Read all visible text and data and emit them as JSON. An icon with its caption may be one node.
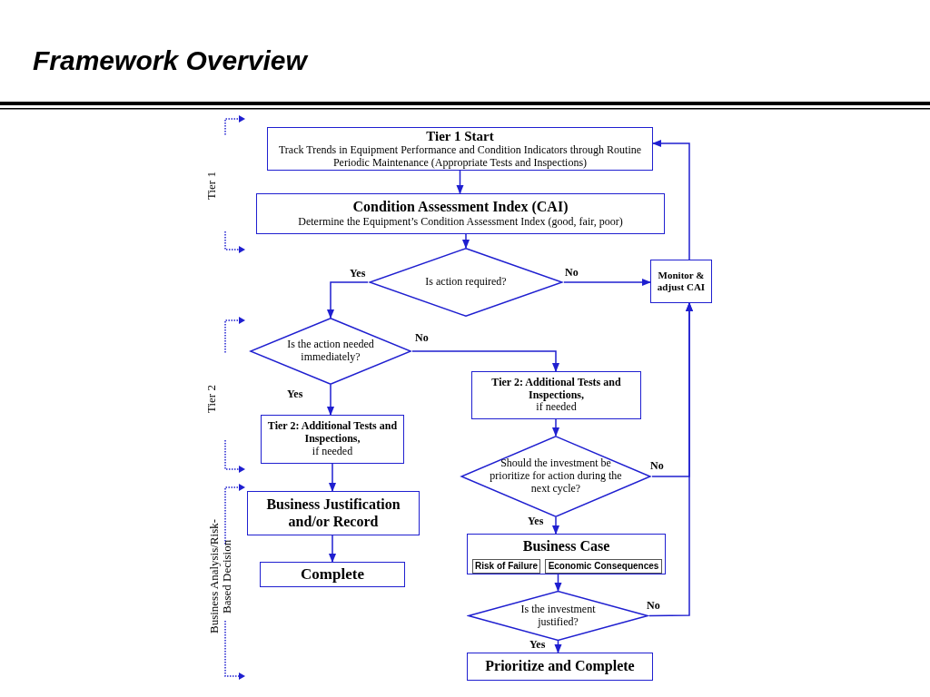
{
  "diagram": {
    "title": "Framework Overview",
    "nodes": [
      {
        "text": [
          "Tier 1 Start",
          "Track Trends in Equipment Performance and Condition Indicators through Routine Periodic Maintenance (Appropriate Tests and Inspections)"
        ]
      },
      {
        "text": [
          "Condition Assessment Index (CAI)",
          "Determine the Equipment’s Condition Assessment Index (good, fair, poor)"
        ]
      },
      {
        "text": [
          "Is action required?"
        ]
      },
      {
        "text": [
          "Monitor & adjust CAI"
        ]
      },
      {
        "text": [
          "Is the action needed immediately?"
        ]
      },
      {
        "text": [
          "Tier 2: Additional Tests and Inspections,",
          "if needed"
        ]
      },
      {
        "text": [
          "Tier 2: Additional Tests and Inspections,",
          "if needed"
        ]
      },
      {
        "text": [
          "Business Justification and/or Record"
        ]
      },
      {
        "text": [
          "Complete"
        ]
      },
      {
        "text": [
          "Should the investment be prioritize for action during the next cycle?"
        ]
      },
      {
        "text": [
          "Business Case"
        ]
      },
      {
        "text": [
          "Risk of Failure"
        ],
        "in": 10
      },
      {
        "text": [
          "Economic Consequences"
        ],
        "in": 10
      },
      {
        "text": [
          "Is the investment justified?"
        ]
      },
      {
        "text": [
          "Prioritize and Complete"
        ]
      }
    ],
    "edges": [
      {
        "from": 0,
        "to": 1,
        "arrow": "to"
      },
      {
        "from": 1,
        "to": 2,
        "arrow": "to"
      },
      {
        "from": 2,
        "to": 4,
        "arrow": "to",
        "label": "Yes"
      },
      {
        "from": 2,
        "to": 3,
        "arrow": "to",
        "label": "No"
      },
      {
        "from": 3,
        "to": 0,
        "arrow": "to"
      },
      {
        "from": 4,
        "to": 5,
        "arrow": "to",
        "label": "Yes"
      },
      {
        "from": 4,
        "to": 6,
        "arrow": "to",
        "label": "No"
      },
      {
        "from": 5,
        "to": 7,
        "arrow": "to"
      },
      {
        "from": 7,
        "to": 8,
        "arrow": "to"
      },
      {
        "from": 6,
        "to": 9,
        "arrow": "to"
      },
      {
        "from": 9,
        "to": 3,
        "arrow": "to",
        "label": "No"
      },
      {
        "from": 9,
        "to": 10,
        "arrow": "to",
        "label": "Yes"
      },
      {
        "from": 10,
        "to": 13,
        "arrow": "to"
      },
      {
        "from": 13,
        "to": 3,
        "arrow": "to",
        "label": "No"
      },
      {
        "from": 13,
        "to": 14,
        "arrow": "to",
        "label": "Yes"
      }
    ],
    "labels": [
      "Tier 1",
      "Tier 2",
      "Business Analysis/Risk-Based Decision"
    ]
  }
}
